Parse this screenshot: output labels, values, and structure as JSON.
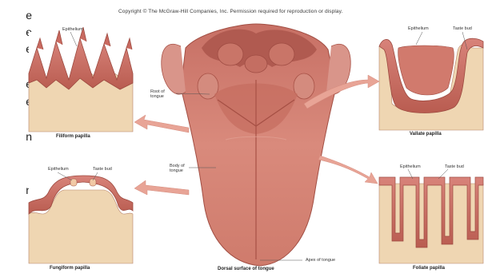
{
  "copyright": "Copyright © The McGraw-Hill Companies, Inc. Permission required for reproduction or display.",
  "left_text_fragments": [
    "e",
    "e",
    "e",
    "-",
    "e",
    "e",
    "n",
    "n",
    "-",
    "-",
    "-"
  ],
  "labels": {
    "epithelium_top_left": "Epithelium",
    "caption_filiform": "Filiform papilla",
    "epithelium_bottom_left": "Epithelium",
    "taste_bud_bottom_left": "Taste bud",
    "caption_fungiform": "Fungiform papilla",
    "root_of_tongue": "Root of tongue",
    "body_of_tongue": "Body of tongue",
    "apex_of_tongue": "Apex of tongue",
    "caption_dorsal": "Dorsal surface of tongue",
    "epithelium_top_right": "Epithelium",
    "taste_bud_top_right": "Taste bud",
    "caption_vallate": "Vallate papilla",
    "epithelium_bottom_right": "Epithelium",
    "taste_bud_bottom_right": "Taste bud",
    "caption_foliate": "Foliate papilla"
  },
  "colors": {
    "tongue": "#d98a7c",
    "tongue_dark": "#b95c4f",
    "tissue": "#c96a60",
    "connective": "#efd6b2",
    "arrow": "#e8a496"
  }
}
